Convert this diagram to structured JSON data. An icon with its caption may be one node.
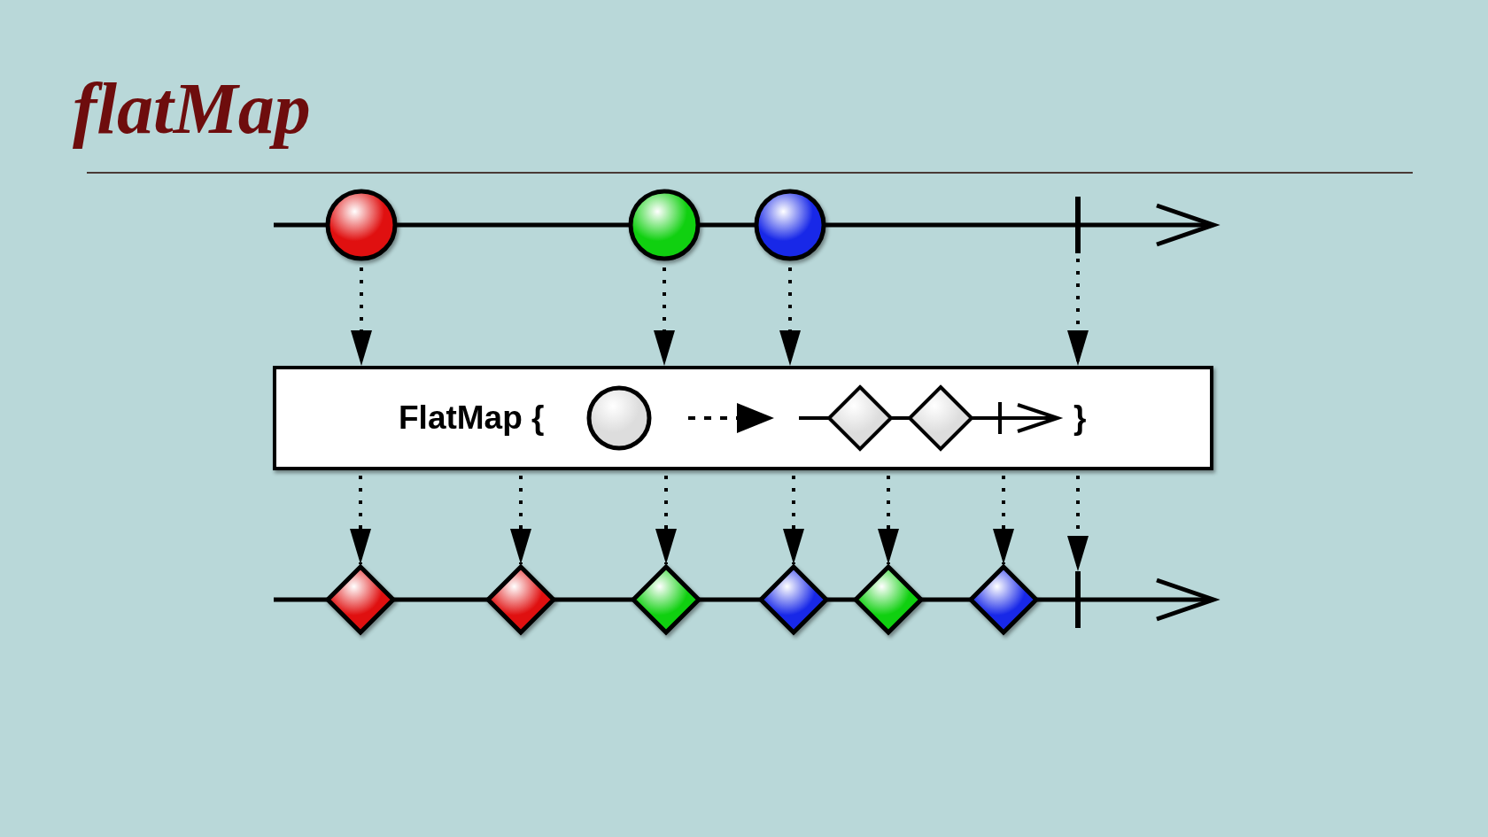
{
  "diagram": {
    "title": "flatMap",
    "nodes": [
      {
        "text": [],
        "shape": "circle"
      },
      {
        "text": [],
        "shape": "circle"
      },
      {
        "text": [],
        "shape": "circle"
      },
      {
        "text": [],
        "shape": "bar"
      },
      {
        "text": [
          "FlatMap {",
          "}"
        ]
      },
      {
        "text": [],
        "shape": "diamond"
      },
      {
        "text": [],
        "shape": "diamond"
      },
      {
        "text": [],
        "shape": "diamond"
      },
      {
        "text": [],
        "shape": "diamond"
      },
      {
        "text": [],
        "shape": "diamond"
      },
      {
        "text": [],
        "shape": "diamond"
      },
      {
        "text": [],
        "shape": "bar"
      }
    ],
    "edges": [
      {
        "from": 0,
        "to": 4,
        "arrow": "to",
        "style": "dashed"
      },
      {
        "from": 1,
        "to": 4,
        "arrow": "to",
        "style": "dashed"
      },
      {
        "from": 2,
        "to": 4,
        "arrow": "to",
        "style": "dashed"
      },
      {
        "from": 3,
        "to": 4,
        "arrow": "to",
        "style": "dashed"
      },
      {
        "from": 4,
        "to": 5,
        "arrow": "to",
        "style": "dashed"
      },
      {
        "from": 4,
        "to": 6,
        "arrow": "to",
        "style": "dashed"
      },
      {
        "from": 4,
        "to": 7,
        "arrow": "to",
        "style": "dashed"
      },
      {
        "from": 4,
        "to": 8,
        "arrow": "to",
        "style": "dashed"
      },
      {
        "from": 4,
        "to": 9,
        "arrow": "to",
        "style": "dashed"
      },
      {
        "from": 4,
        "to": 10,
        "arrow": "to",
        "style": "dashed"
      },
      {
        "from": 4,
        "to": 11,
        "arrow": "to",
        "style": "dashed"
      }
    ]
  }
}
